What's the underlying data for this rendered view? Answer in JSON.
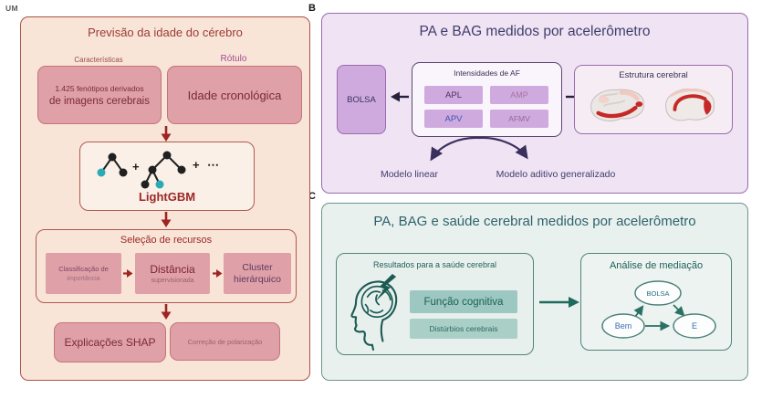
{
  "panel_a": {
    "label": "UM",
    "title": "Previsão da idade do cérebro",
    "features_caption": "Características",
    "label_caption": "Rótulo",
    "features_line1": "1.425 fenótipos derivados",
    "features_line2": "de imagens cerebrais",
    "label_value": "Idade cronológica",
    "plus": "+",
    "ellipsis": "⋯",
    "model_name": "LightGBM",
    "selection_title": "Seleção de recursos",
    "step1_line1": "Classificação de",
    "step1_line2": "importância",
    "step2_line1": "Distância",
    "step2_line2": "supervisionada",
    "step3_line1": "Cluster",
    "step3_line2": "hierárquico",
    "shap_label": "Explicações SHAP",
    "bias_label": "Correção de polarização"
  },
  "panel_b": {
    "label": "B",
    "title": "PA e BAG medidos por acelerômetro",
    "cohort": "BOLSA",
    "intensities_title": "Intensidades de AF",
    "intensity_1": "APL",
    "intensity_2": "AMP",
    "intensity_3": "APV",
    "intensity_4": "AFMV",
    "brain_box_title": "Estrutura cerebral",
    "model_left": "Modelo linear",
    "model_right": "Modelo aditivo generalizado"
  },
  "panel_c": {
    "label": "C",
    "title": "PA, BAG e saúde cerebral medidos por acelerômetro",
    "outcomes_title": "Resultados para a saúde cerebral",
    "outcome_1": "Função cognitiva",
    "outcome_2": "Distúrbios cerebrais",
    "mediation_title": "Análise de mediação",
    "node_top": "BOLSA",
    "node_left": "Bem",
    "node_right": "E"
  },
  "colors": {
    "panel_a_bg": "#f8e5d7",
    "panel_a_border": "#ab5248",
    "red_arrow": "#9e2424",
    "pink_box": "#dfa0a7",
    "teal_tree_node": "#2aa9b8",
    "panel_b_bg": "#efe3f4",
    "panel_b_border": "#9a6cae",
    "panel_b_title": "#403e6b",
    "purple_chip": "#cfaade",
    "brain_highlight_red": "#c62828",
    "panel_c_bg": "#e9f1ef",
    "panel_c_border": "#6e948d",
    "teal_dark": "#1c5a52",
    "mediation_label_blue": "#3b6fb5"
  }
}
